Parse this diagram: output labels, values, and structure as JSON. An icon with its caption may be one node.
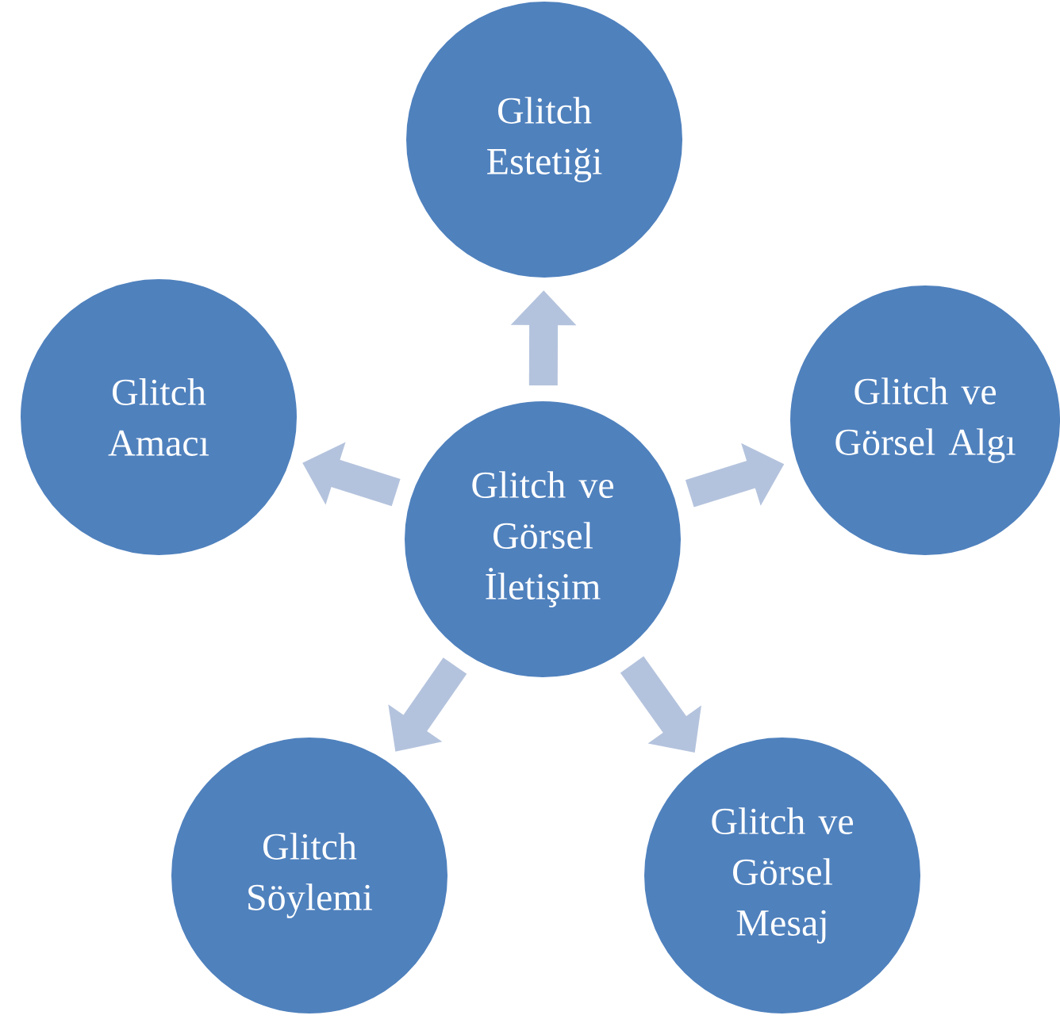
{
  "diagram": {
    "nodes": [
      {
        "text": [
          "Glitch ve Görsel İletişim"
        ]
      },
      {
        "text": [
          "Glitch Estetiği"
        ]
      },
      {
        "text": [
          "Glitch ve Görsel Algı"
        ]
      },
      {
        "text": [
          "Glitch ve Görsel Mesaj"
        ]
      },
      {
        "text": [
          "Glitch Söylemi"
        ]
      },
      {
        "text": [
          "Glitch Amacı"
        ]
      }
    ],
    "edges": [
      {
        "from": 0,
        "to": 1,
        "arrow": "to"
      },
      {
        "from": 0,
        "to": 2,
        "arrow": "to"
      },
      {
        "from": 0,
        "to": 3,
        "arrow": "to"
      },
      {
        "from": 0,
        "to": 4,
        "arrow": "to"
      },
      {
        "from": 0,
        "to": 5,
        "arrow": "to"
      }
    ]
  }
}
